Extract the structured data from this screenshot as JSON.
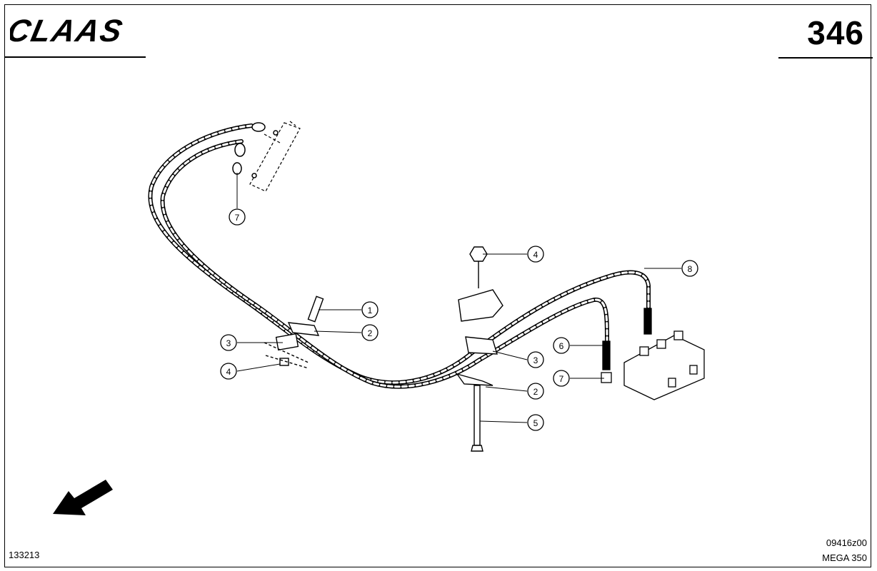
{
  "header": {
    "brand": "CLAAS",
    "page_number": "346"
  },
  "footer": {
    "left_code": "133213",
    "drawing_code": "09416z00",
    "model": "MEGA 350"
  },
  "callouts": [
    {
      "id": "callout-7-top",
      "label": "7"
    },
    {
      "id": "callout-1",
      "label": "1"
    },
    {
      "id": "callout-2-left",
      "label": "2"
    },
    {
      "id": "callout-3-left",
      "label": "3"
    },
    {
      "id": "callout-4-left",
      "label": "4"
    },
    {
      "id": "callout-4-right",
      "label": "4"
    },
    {
      "id": "callout-8",
      "label": "8"
    },
    {
      "id": "callout-6",
      "label": "6"
    },
    {
      "id": "callout-3-right",
      "label": "3"
    },
    {
      "id": "callout-7-right",
      "label": "7"
    },
    {
      "id": "callout-2-right",
      "label": "2"
    },
    {
      "id": "callout-5",
      "label": "5"
    }
  ]
}
